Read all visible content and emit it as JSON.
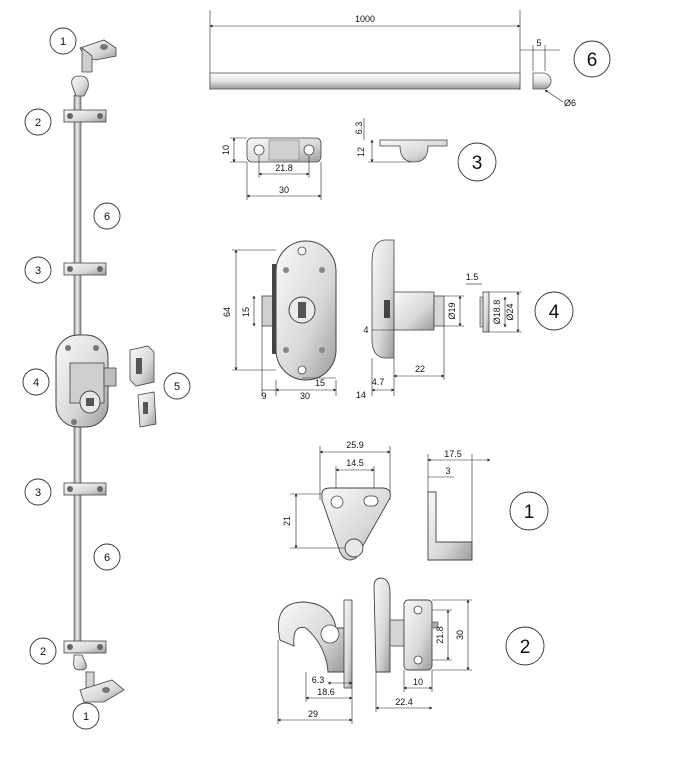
{
  "callouts": {
    "rod_assembly": [
      "1",
      "2",
      "6",
      "3",
      "4",
      "5",
      "3",
      "6",
      "2",
      "1"
    ],
    "detail_6": "6",
    "detail_3": "3",
    "detail_4": "4",
    "detail_1": "1",
    "detail_2": "2"
  },
  "dimensions": {
    "rod_length": "1000",
    "rod_end": "5",
    "rod_diameter": "Ø6",
    "guide_height": "10",
    "guide_hole_spacing": "21.8",
    "guide_length": "30",
    "guide_side_top": "6.3",
    "guide_side_height": "12",
    "lock_height": "64",
    "lock_body": "15",
    "lock_left": "9",
    "lock_width": "30",
    "lock_right": "15",
    "lock_side_4": "4",
    "lock_side_14": "14",
    "lock_side_47": "4.7",
    "lock_side_22": "22",
    "lock_cyl": "Ø19",
    "ring_15": "1.5",
    "ring_188": "Ø18.8",
    "ring_24": "Ø24",
    "keeper_width": "25.9",
    "keeper_slot": "14.5",
    "keeper_height": "21",
    "keeper_side_width": "17.5",
    "keeper_side_thick": "3",
    "hook_63": "6.3",
    "hook_186": "18.6",
    "hook_29": "29",
    "hook_side_218": "21.8",
    "hook_side_30": "30",
    "hook_side_10": "10",
    "hook_side_224": "22.4"
  },
  "colors": {
    "metal_light": "#f4f4f4",
    "metal_mid": "#c8c8c8",
    "metal_dark": "#7a7a7a",
    "outline": "#333333"
  }
}
